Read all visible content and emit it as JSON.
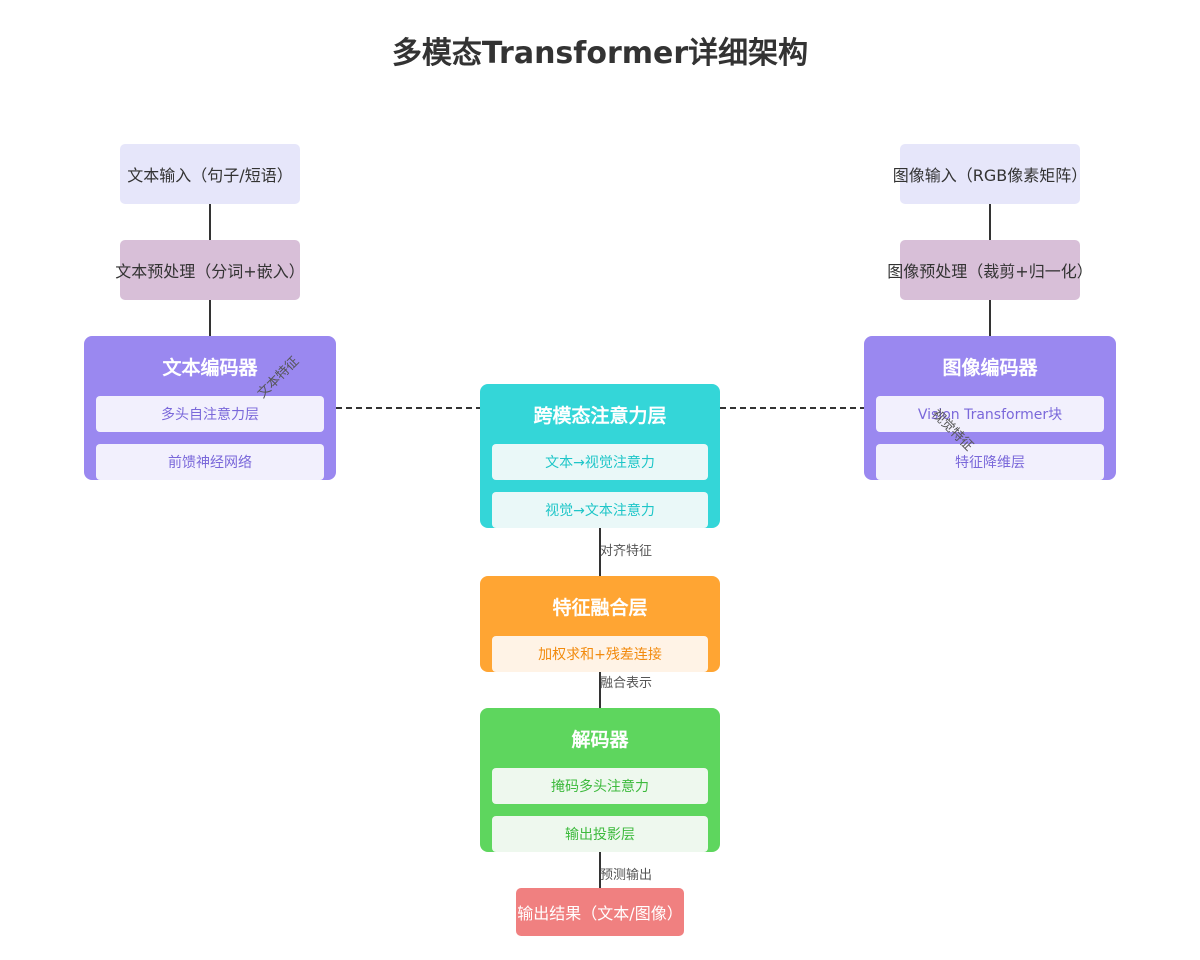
{
  "title": "多模态Transformer详细架构",
  "text_branch": {
    "input": "文本输入（句子/短语）",
    "preprocess": "文本预处理（分词+嵌入）",
    "encoder": {
      "title": "文本编码器",
      "items": [
        "多头自注意力层",
        "前馈神经网络"
      ]
    }
  },
  "image_branch": {
    "input": "图像输入（RGB像素矩阵）",
    "preprocess": "图像预处理（裁剪+归一化）",
    "encoder": {
      "title": "图像编码器",
      "items": [
        "Vision Transformer块",
        "特征降维层"
      ]
    }
  },
  "cross_attention": {
    "title": "跨模态注意力层",
    "items": [
      "文本→视觉注意力",
      "视觉→文本注意力"
    ]
  },
  "fusion": {
    "title": "特征融合层",
    "items": [
      "加权求和+残差连接"
    ]
  },
  "decoder": {
    "title": "解码器",
    "items": [
      "掩码多头注意力",
      "输出投影层"
    ]
  },
  "output": "输出结果（文本/图像）",
  "edge_labels": {
    "text_features": "文本特征",
    "visual_features": "视觉特征",
    "aligned_features": "对齐特征",
    "fused_representation": "融合表示",
    "predicted_output": "预测输出"
  },
  "colors": {
    "input": "#e6e6fa",
    "preprocess": "#d8bfd8",
    "encoder": "#9a88f0",
    "cross_attention": "#34d6d8",
    "fusion": "#ffa533",
    "decoder": "#5ed65e",
    "output": "#f08080"
  }
}
